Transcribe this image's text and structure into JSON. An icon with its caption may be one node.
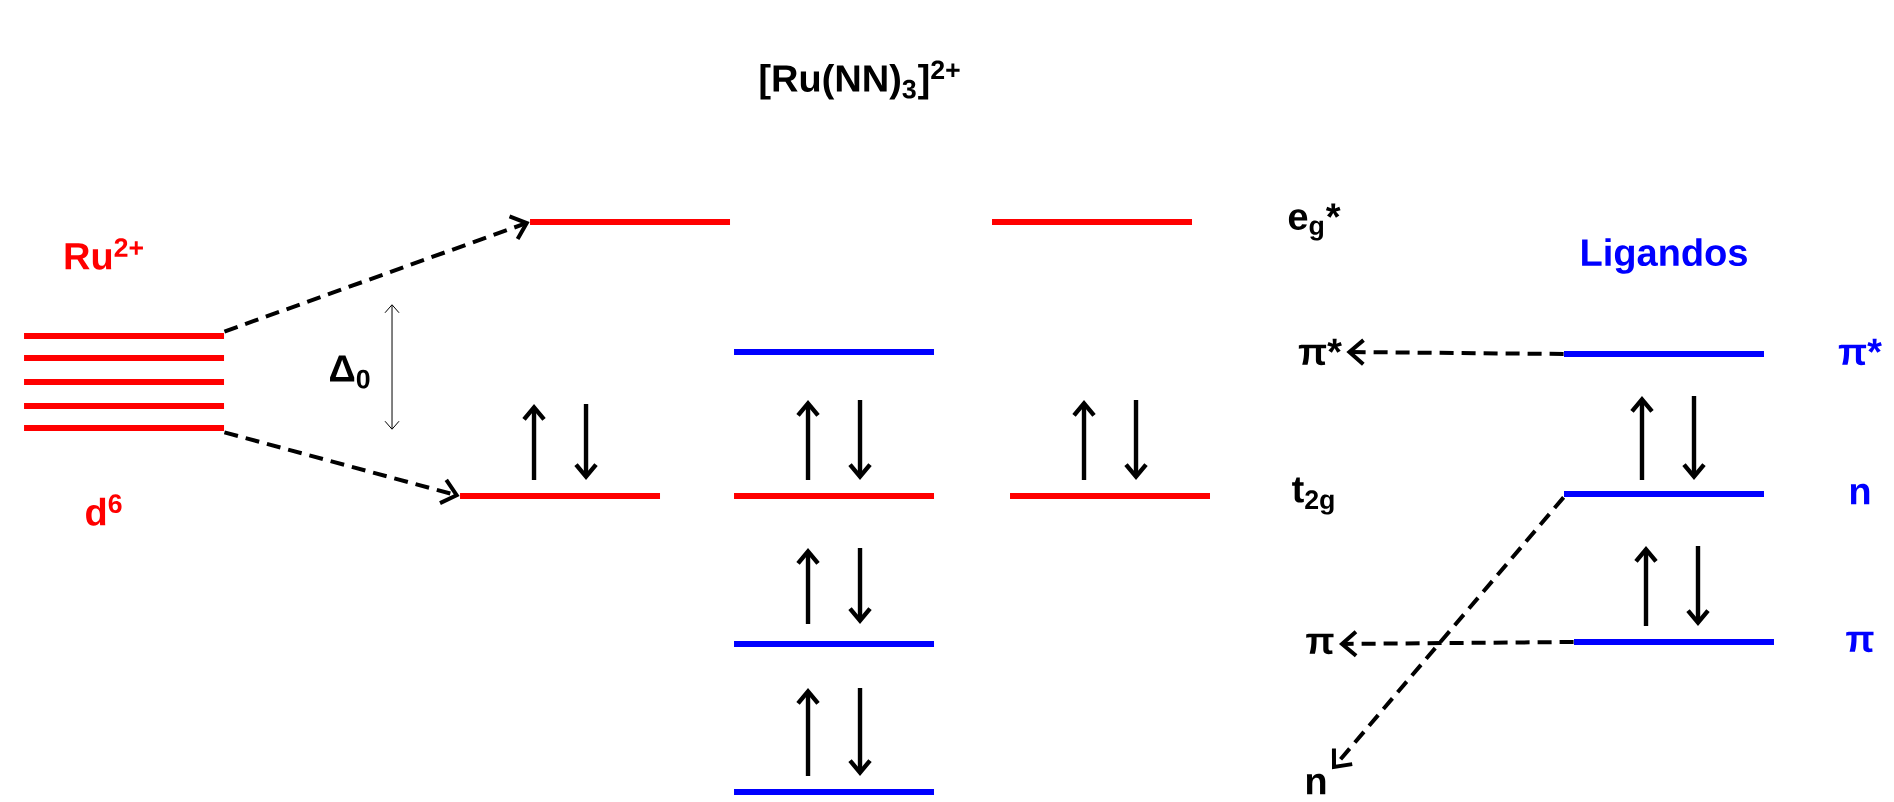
{
  "diagram": {
    "title": "[Ru(NN)$_{3}$]$^{2+}$",
    "nodes": [
      {
        "text": [],
        "shape": "bar",
        "beside": [
          "Ru$^{2+}$",
          "d$^{6}$"
        ]
      },
      {
        "text": [],
        "shape": "bar"
      },
      {
        "text": [],
        "shape": "bar"
      },
      {
        "text": [
          "π*"
        ]
      },
      {
        "text": [
          "π"
        ]
      },
      {
        "text": [
          "n"
        ]
      },
      {
        "text": [],
        "shape": "bar"
      },
      {
        "text": [],
        "shape": "bar"
      },
      {
        "text": [],
        "shape": "bar"
      },
      {
        "text": [],
        "shape": "bar"
      },
      {
        "text": [],
        "shape": "bar"
      },
      {
        "text": [],
        "shape": "bar"
      },
      {
        "text": [],
        "shape": "bar"
      },
      {
        "text": [],
        "shape": "bar"
      },
      {
        "text": [],
        "shape": "bar"
      }
    ],
    "edges": [
      {
        "from": 0,
        "to": 1,
        "arrow": "to",
        "style": "dashed"
      },
      {
        "from": 0,
        "to": 2,
        "arrow": "to",
        "style": "dashed"
      },
      {
        "from": 6,
        "to": 3,
        "arrow": "to",
        "style": "dashed"
      },
      {
        "from": 8,
        "to": 4,
        "arrow": "to",
        "style": "dashed"
      },
      {
        "from": 7,
        "to": 5,
        "arrow": "to",
        "style": "dashed"
      }
    ],
    "labels": [
      "Δ$_{0}$",
      "e$_{g}$*",
      "Ligandos",
      "π*",
      "t$_{2g}$",
      "n",
      "π"
    ]
  }
}
